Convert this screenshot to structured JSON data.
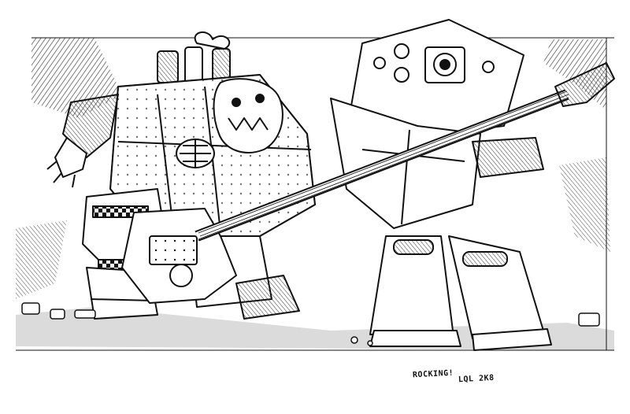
{
  "artwork": {
    "caption": "ROCKING!",
    "signature": "LQL 2K8",
    "colors": {
      "ink": "#111111",
      "paper": "#ffffff",
      "floor": "#cfcfcf"
    },
    "subjects": [
      "ork-mech",
      "war-walker-robot",
      "electric-guitar"
    ]
  }
}
